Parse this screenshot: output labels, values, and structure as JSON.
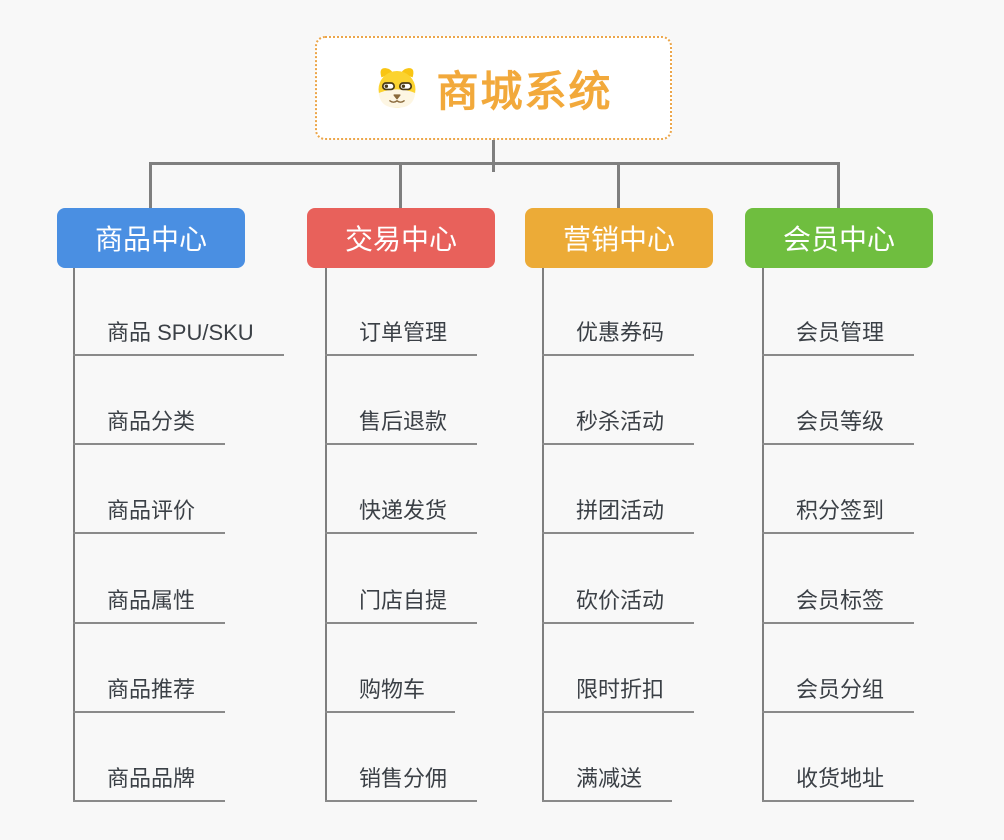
{
  "root": {
    "title": "商城系统",
    "icon": "shiba-dog-icon"
  },
  "branches": [
    {
      "label": "商品中心",
      "color": "#4a8fe2",
      "children": [
        "商品 SPU/SKU",
        "商品分类",
        "商品评价",
        "商品属性",
        "商品推荐",
        "商品品牌"
      ]
    },
    {
      "label": "交易中心",
      "color": "#e8615b",
      "children": [
        "订单管理",
        "售后退款",
        "快递发货",
        "门店自提",
        "购物车",
        "销售分佣"
      ]
    },
    {
      "label": "营销中心",
      "color": "#ecab37",
      "children": [
        "优惠券码",
        "秒杀活动",
        "拼团活动",
        "砍价活动",
        "限时折扣",
        "满减送"
      ]
    },
    {
      "label": "会员中心",
      "color": "#6fbe3f",
      "children": [
        "会员管理",
        "会员等级",
        "积分签到",
        "会员标签",
        "会员分组",
        "收货地址"
      ]
    }
  ],
  "colors": {
    "background": "#f8f8f8",
    "connector": "#7f7f7f",
    "child_underline": "#8a8a8a",
    "root_border": "#eca64a",
    "root_title": "#f2a93b",
    "child_text": "#3b4046"
  }
}
